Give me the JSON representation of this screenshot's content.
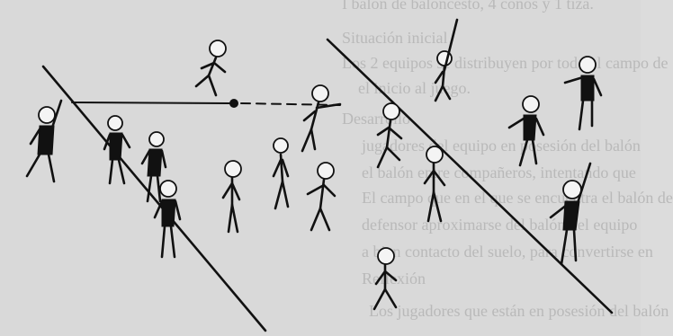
{
  "page": {
    "background_color": "#d9d9d9",
    "text_color": "#b9b9b9",
    "ink_color": "#111111"
  },
  "background_text": [
    "I balón de baloncesto, 4 conos y 1 tiza.",
    "Situación inicial",
    "Los 2 equipos se distribuyen por todo el campo de",
    "el inicio al juego.",
    "Desarrollo",
    "jugadores del equipo en posesión del balón",
    "el balón entre compañeros, intentando que",
    "El campo que en el que se encuentra el balón de",
    "defensor aproximarse del balón del equipo",
    "a bien contacto del suelo, para convertirse en",
    "Reflexión",
    "Los jugadores que están en posesión del balón"
  ],
  "illustration": {
    "figures": [
      {
        "name": "player-left-jumping",
        "jersey": true,
        "pose": "jump"
      },
      {
        "name": "player-upper-runner",
        "jersey": false,
        "pose": "run"
      },
      {
        "name": "player-thrower",
        "jersey": false,
        "pose": "throw"
      },
      {
        "name": "player-right-top-jumping",
        "jersey": false,
        "pose": "jump"
      },
      {
        "name": "player-right-arm-up",
        "jersey": true,
        "pose": "wave"
      },
      {
        "name": "player-right-catcher",
        "jersey": true,
        "pose": "catch"
      },
      {
        "name": "player-center-standing",
        "jersey": false,
        "pose": "stand"
      },
      {
        "name": "player-center-runner",
        "jersey": false,
        "pose": "run"
      },
      {
        "name": "player-lower-runner",
        "jersey": false,
        "pose": "run"
      }
    ],
    "ball": "ball-icon"
  }
}
